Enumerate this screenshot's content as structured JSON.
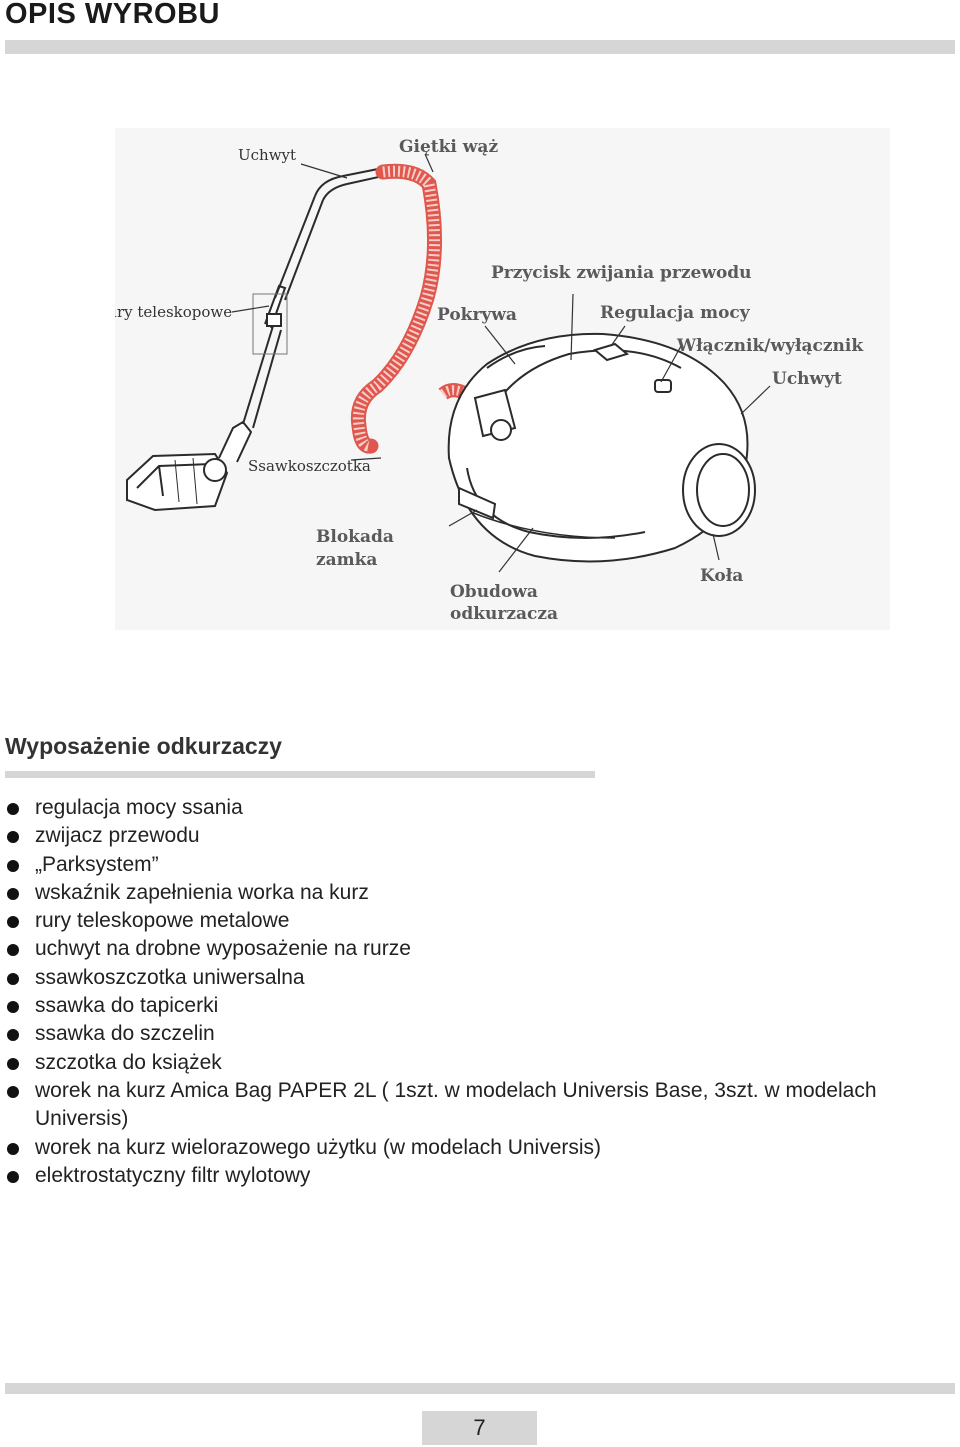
{
  "header": {
    "title": "OPIS WYROBU"
  },
  "diagram": {
    "labels": {
      "handle_top": "Uchwyt",
      "flexible_hose": "Giętki wąż",
      "telescopic_tubes": "Rury teleskopowe",
      "cord_rewind_button": "Przycisk zwijania przewodu",
      "cover": "Pokrywa",
      "power_control": "Regulacja mocy",
      "on_off_switch": "Włącznik/wyłącznik",
      "handle_body": "Uchwyt",
      "floor_brush": "Ssawkoszczotka",
      "lock_line1": "Blokada",
      "lock_line2": "zamka",
      "housing_line1": "Obudowa",
      "housing_line2": "odkurzacza",
      "wheels": "Koła"
    },
    "colors": {
      "hose": "#e0584d",
      "outline": "#2b2b2b"
    }
  },
  "features": {
    "title": "Wyposażenie odkurzaczy",
    "items": [
      "regulacja mocy ssania",
      "zwijacz przewodu",
      "„Parksystem”",
      "wskaźnik zapełnienia worka na kurz",
      "rury teleskopowe metalowe",
      "uchwyt na drobne wyposażenie na rurze",
      "ssawkoszczotka uniwersalna",
      "ssawka do tapicerki",
      "ssawka do szczelin",
      "szczotka do książek",
      "worek na kurz Amica Bag PAPER 2L ( 1szt. w modelach Universis Base, 3szt. w modelach Universis)",
      "worek na kurz wielorazowego użytku (w modelach Universis)",
      "elektrostatyczny filtr wylotowy"
    ]
  },
  "footer": {
    "page_number": "7"
  }
}
